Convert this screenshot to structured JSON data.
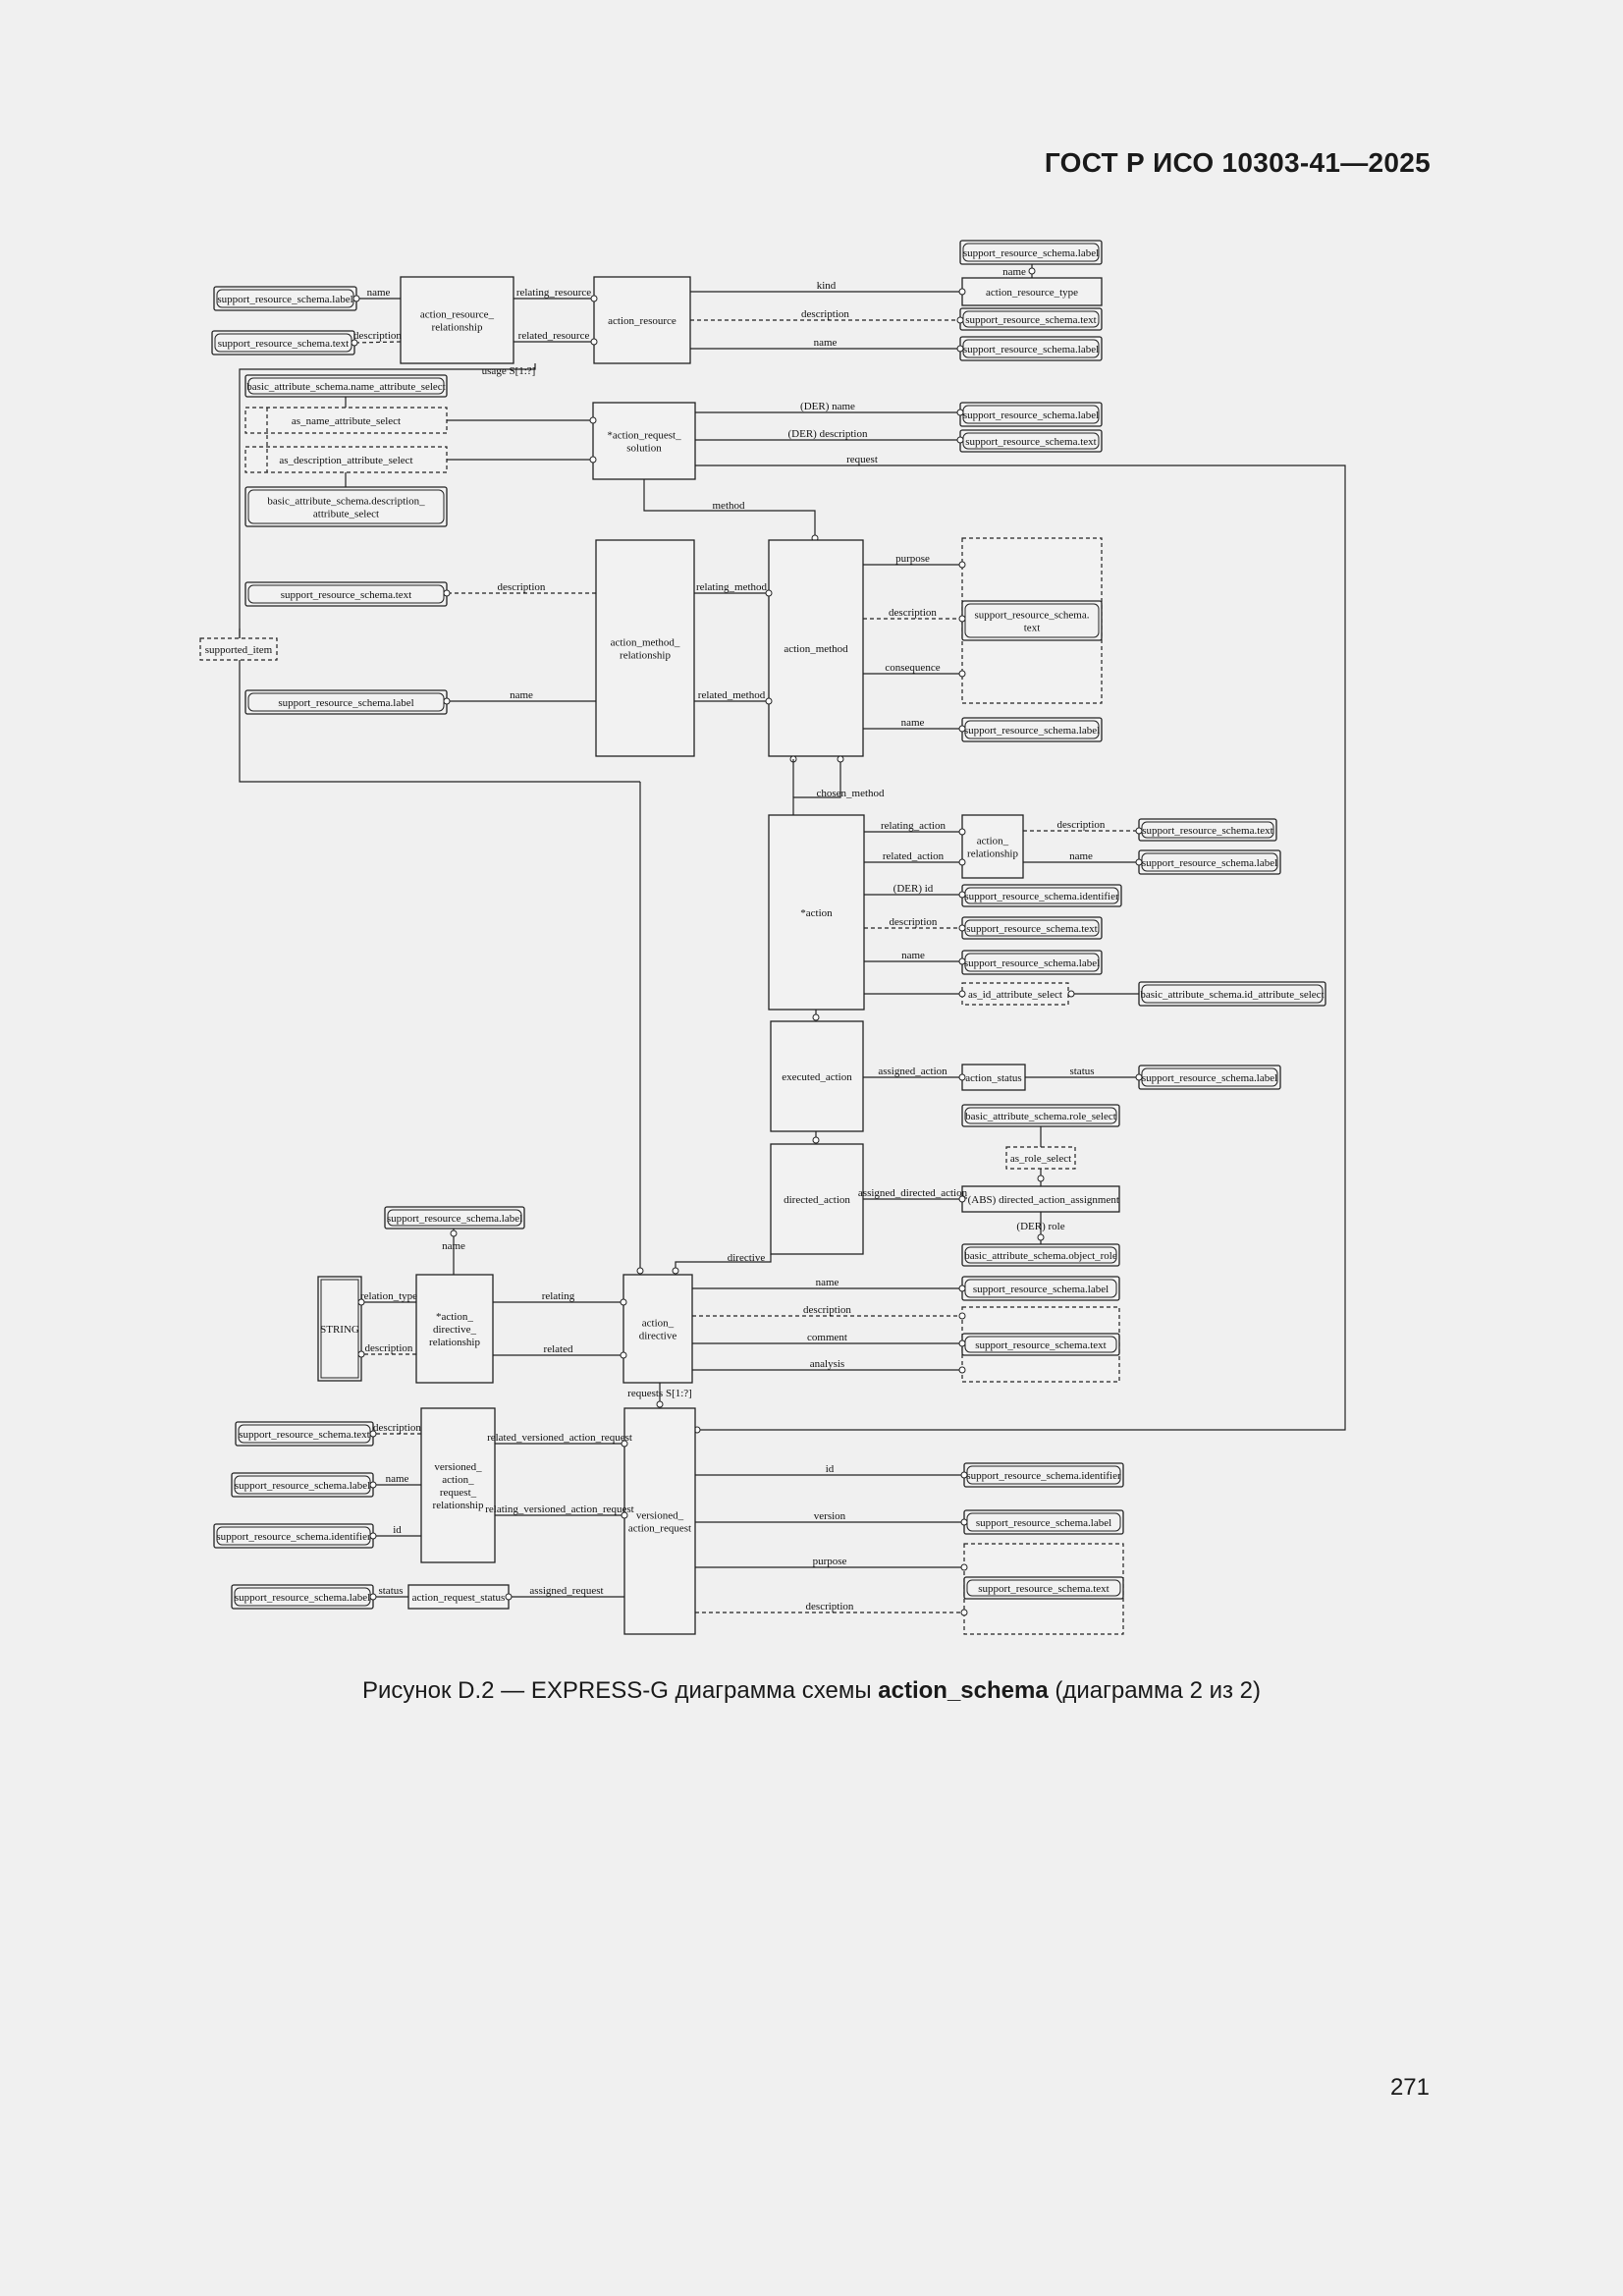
{
  "header": {
    "standard": "ГОСТ Р ИСО 10303-41—2025"
  },
  "caption": {
    "prefix": "Рисунок D.2 — EXPRESS-G диаграмма схемы ",
    "schema": "action_schema",
    "suffix": " (диаграмма 2 из 2)"
  },
  "page_number": "271",
  "diagram": {
    "nodes": {
      "srs_label": "support_resource_schema.label",
      "srs_text": "support_resource_schema.text",
      "srs_identifier": "support_resource_schema.identifier",
      "srs_text_wrap": "support_resource_schema.\ntext",
      "action_resource_relationship": "action_resource_\nrelationship",
      "action_resource": "action_resource",
      "action_resource_type": "action_resource_type",
      "bas_name_select": "basic_attribute_schema.name_attribute_select",
      "as_name_select": "as_name_attribute_select",
      "as_description_select": "as_description_attribute_select",
      "bas_description_select": "basic_attribute_schema.description_\nattribute_select",
      "action_request_solution": "*action_request_\nsolution",
      "supported_item": "supported_item",
      "action_method_relationship": "action_method_\nrelationship",
      "action_method": "action_method",
      "action": "*action",
      "action_relationship": "action_\nrelationship",
      "as_id_select": "as_id_attribute_select",
      "bas_id_select": "basic_attribute_schema.id_attribute_select",
      "executed_action": "executed_action",
      "action_status": "action_status",
      "bas_role_select": "basic_attribute_schema.role_select",
      "as_role_select": "as_role_select",
      "directed_action": "directed_action",
      "directed_action_assignment": "*(ABS) directed_action_assignment",
      "bas_object_role": "basic_attribute_schema.object_role",
      "string": "STRING",
      "action_directive_relationship": "*action_\ndirective_\nrelationship",
      "action_directive": "action_\ndirective",
      "versioned_action_request_relationship": "versioned_\naction_\nrequest_\nrelationship",
      "versioned_action_request": "versioned_\naction_request",
      "action_request_status": "action_request_status"
    },
    "edges": {
      "name": "name",
      "description": "description",
      "relating_resource": "relating_resource",
      "related_resource": "related_resource",
      "kind": "kind",
      "usage": "usage S[1:?]",
      "der_name": "(DER) name",
      "der_description": "(DER) description",
      "request": "request",
      "method": "method",
      "relating_method": "relating_method",
      "related_method": "related_method",
      "purpose": "purpose",
      "consequence": "consequence",
      "chosen_method": "chosen_method",
      "relating_action": "relating_action",
      "related_action": "related_action",
      "der_id": "(DER) id",
      "assigned_action": "assigned_action",
      "status": "status",
      "assigned_directed_action": "assigned_directed_action",
      "der_role": "(DER) role",
      "directive": "directive",
      "relation_type": "relation_type",
      "relating": "relating",
      "related": "related",
      "comment": "comment",
      "analysis": "analysis",
      "requests": "requests S[1:?]",
      "related_versioned_action_request": "related_versioned_action_request",
      "relating_versioned_action_request": "relating_versioned_action_request",
      "id": "id",
      "version": "version",
      "assigned_request": "assigned_request"
    }
  }
}
